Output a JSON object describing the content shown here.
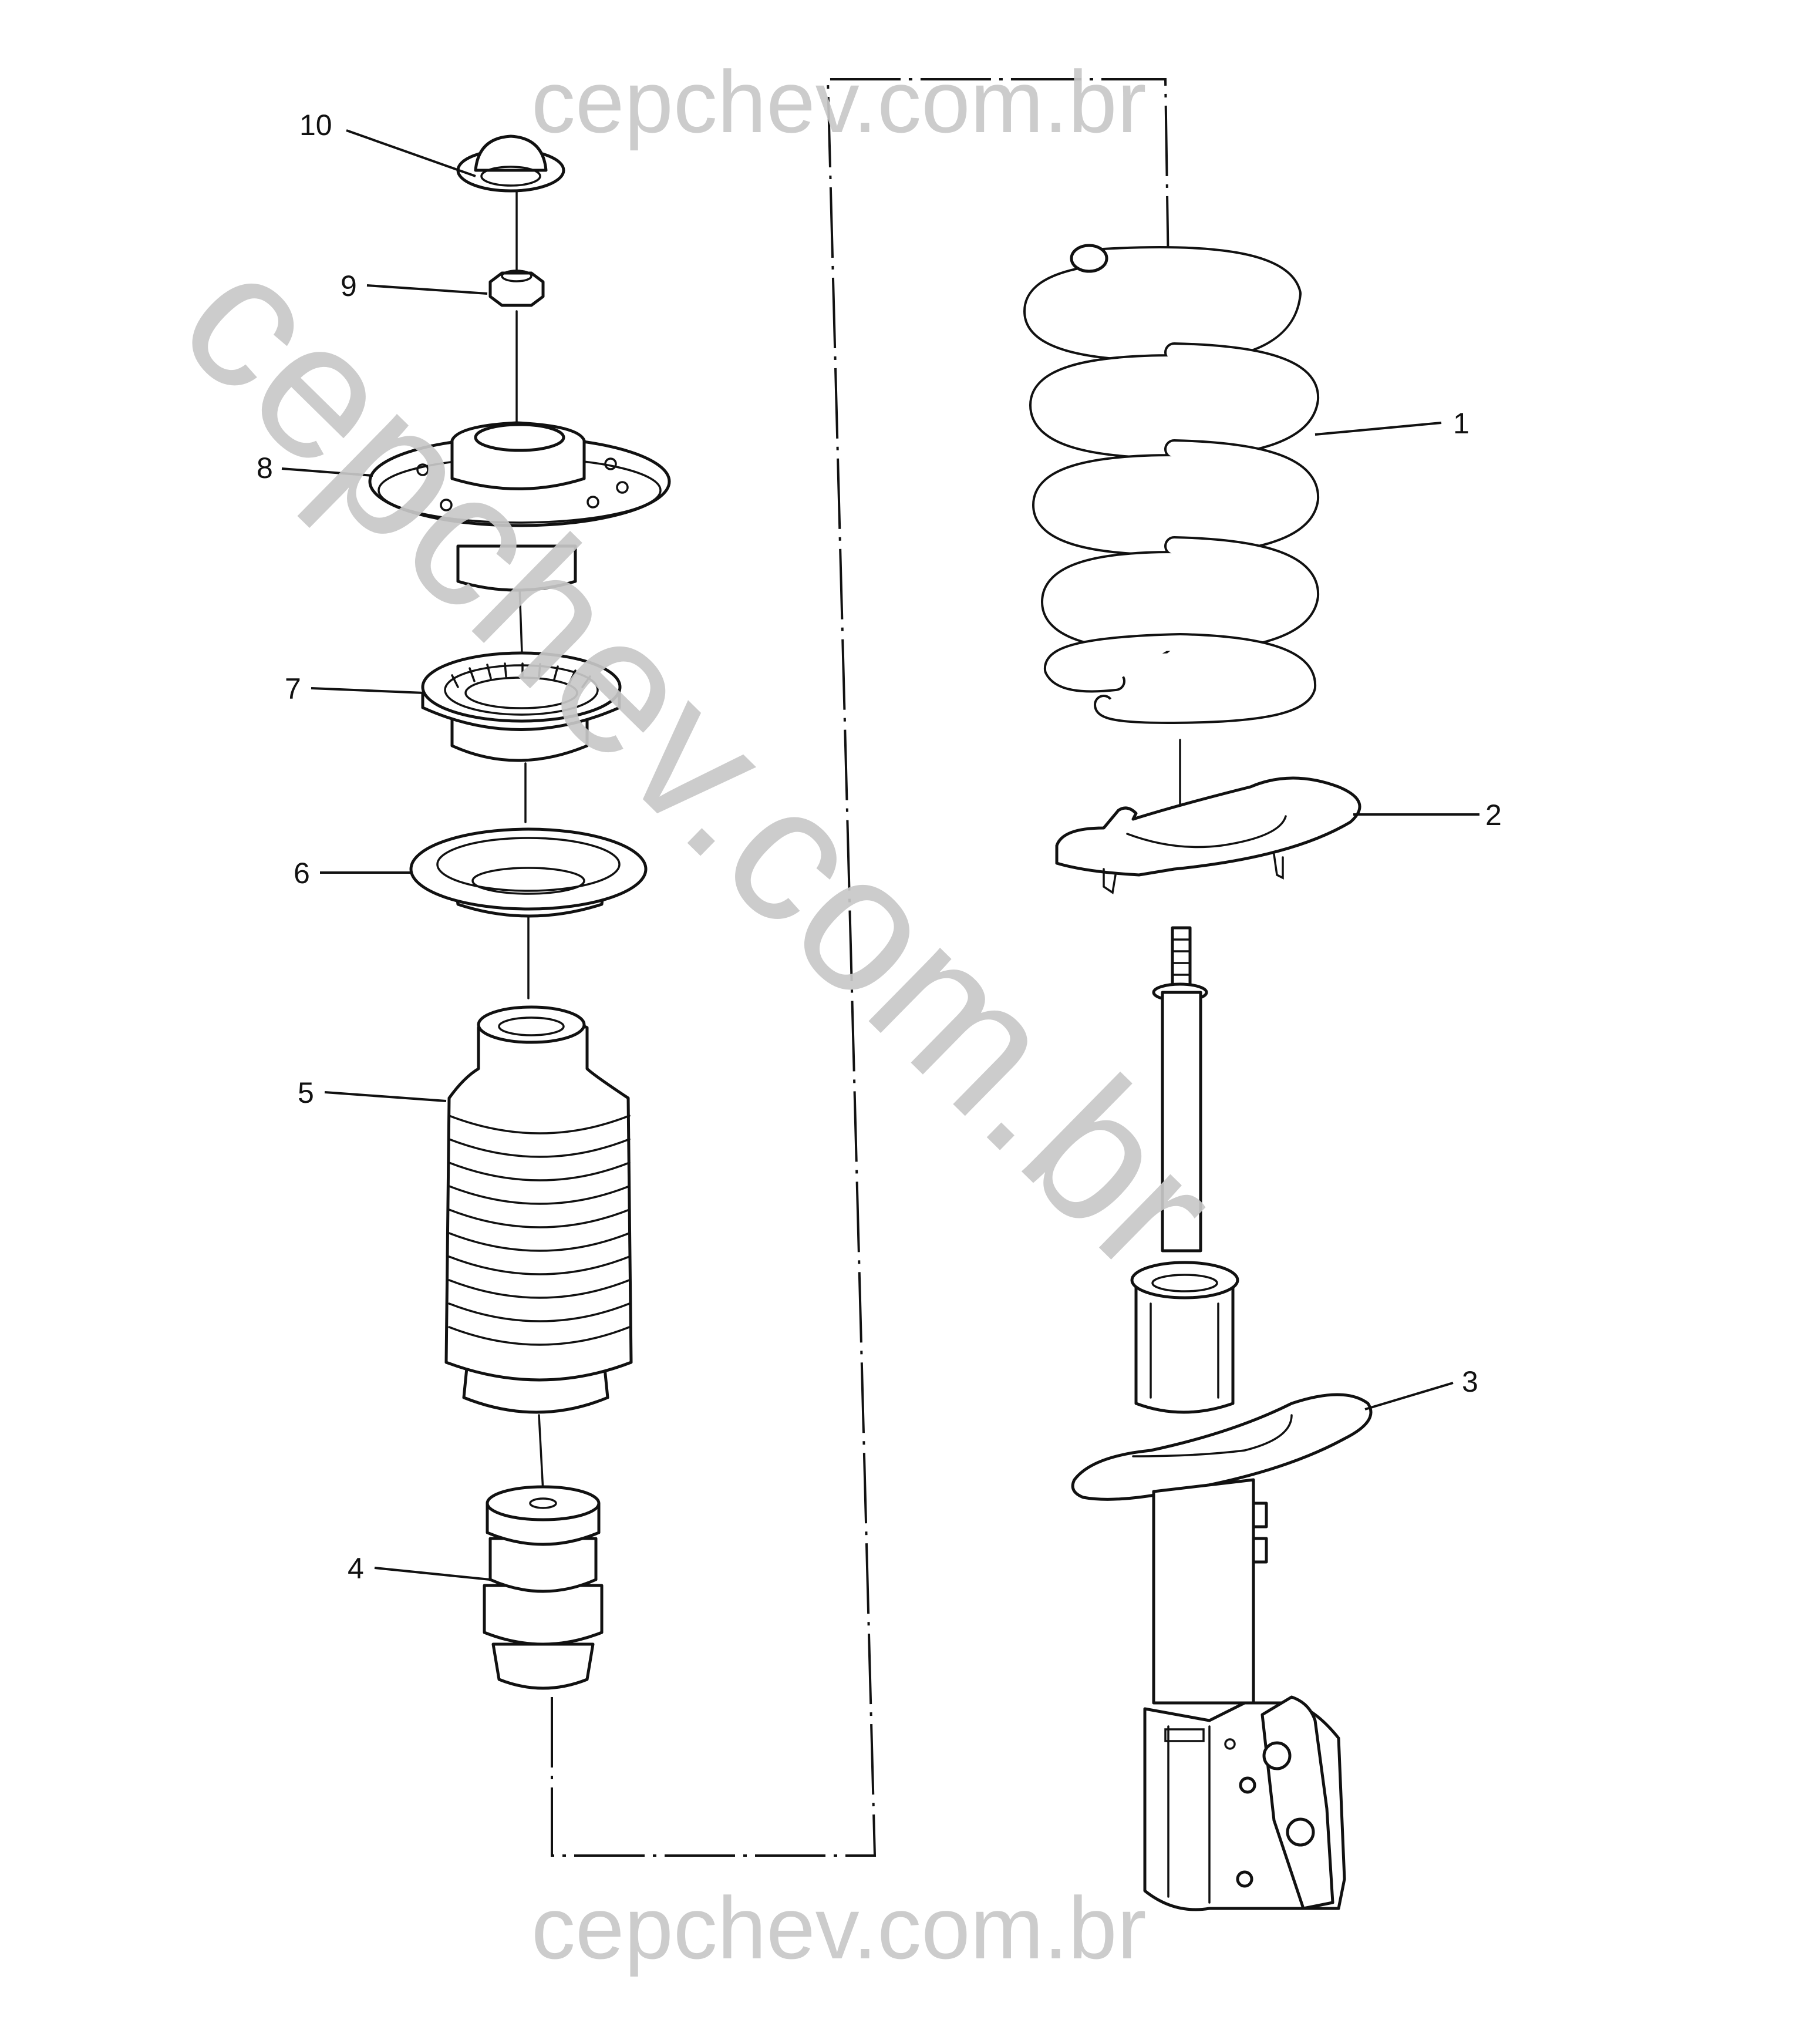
{
  "watermark": {
    "top": "cepchev.com.br",
    "diagonal": "cepchev.com.br",
    "bottom": "cepchev.com.br",
    "color": "#c8c8c8"
  },
  "callouts": {
    "c1": "1",
    "c2": "2",
    "c3": "3",
    "c4": "4",
    "c5": "5",
    "c6": "6",
    "c7": "7",
    "c8": "8",
    "c9": "9",
    "c10": "10"
  }
}
